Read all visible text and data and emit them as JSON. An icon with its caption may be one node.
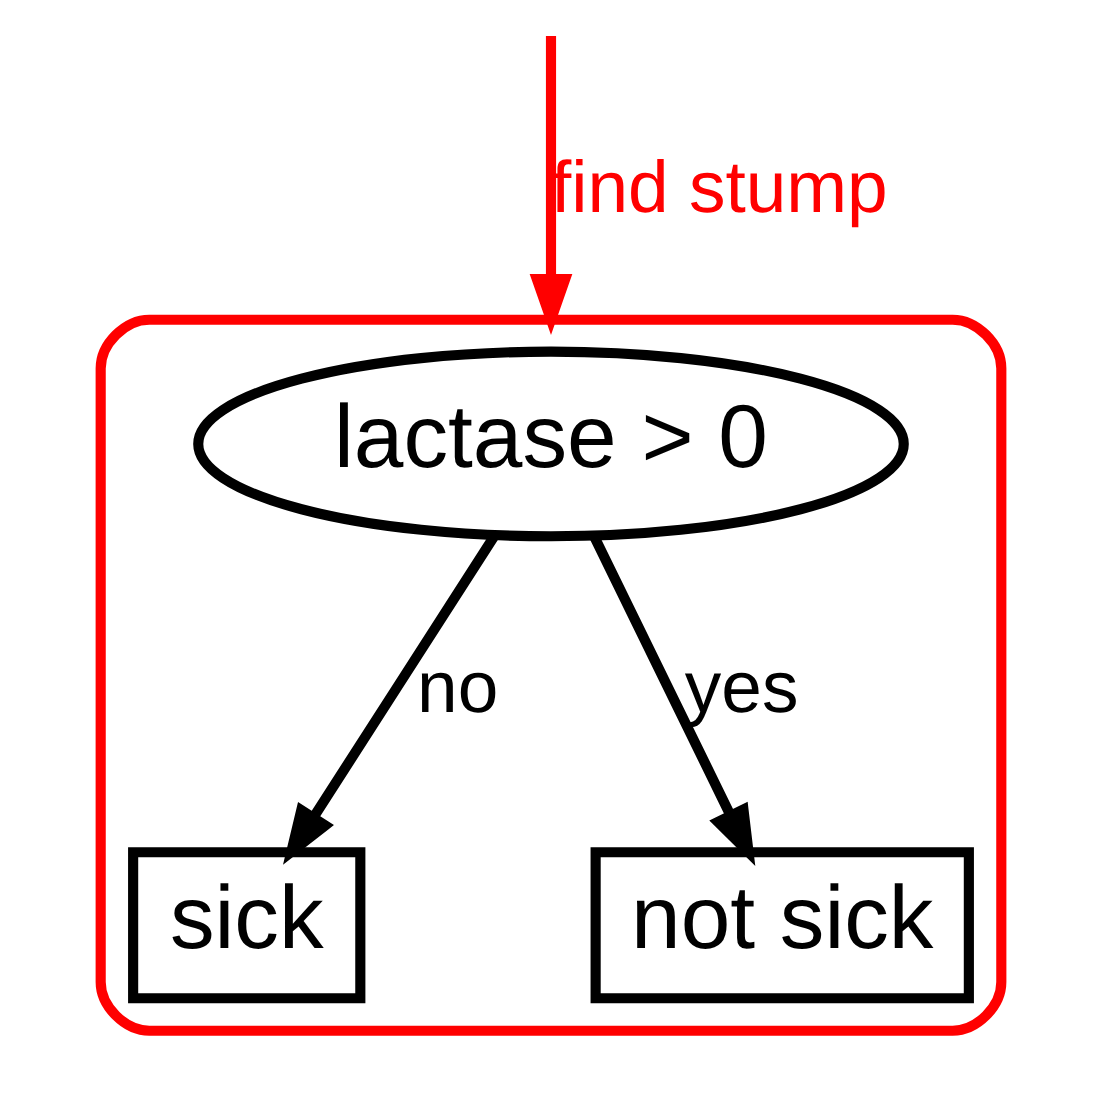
{
  "diagram": {
    "nodes": [
      {
        "text": [],
        "shape": "box"
      },
      {
        "text": [
          "lactase > 0"
        ],
        "in": 0
      },
      {
        "text": [
          "sick"
        ],
        "in": 0
      },
      {
        "text": [
          "not sick"
        ],
        "in": 0
      }
    ],
    "edges": [
      {
        "from": null,
        "to": 0,
        "arrow": "to",
        "label": "find stump",
        "color": "#ff0000"
      },
      {
        "from": 1,
        "to": 2,
        "arrow": "to",
        "label": "no"
      },
      {
        "from": 1,
        "to": 3,
        "arrow": "to",
        "label": "yes"
      }
    ]
  }
}
